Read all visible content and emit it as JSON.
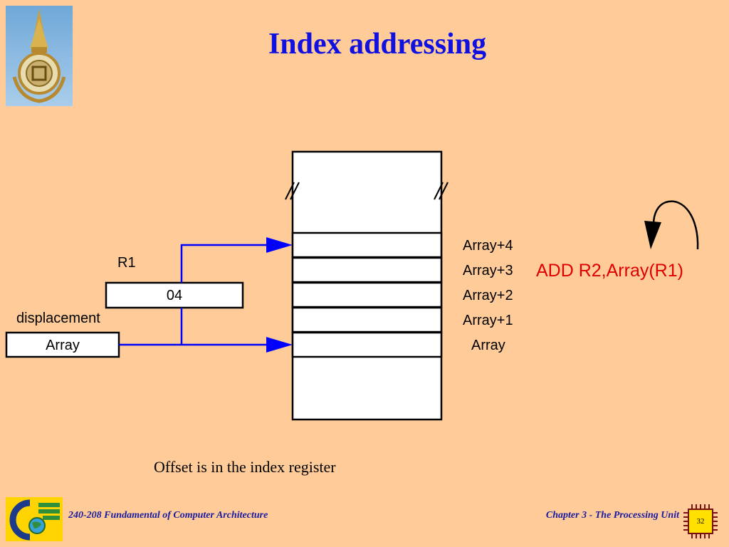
{
  "title": "Index addressing",
  "diagram": {
    "r1_label": "R1",
    "r1_value": "04",
    "displacement_label": "displacement",
    "displacement_value": "Array",
    "memory_labels": [
      "Array+4",
      "Array+3",
      "Array+2",
      "Array+1",
      "Array"
    ],
    "instruction": "ADD R2,Array(R1)"
  },
  "caption": "Offset is in the index register",
  "footer": {
    "course": "240-208 Fundamental of Computer Architecture",
    "chapter": "Chapter 3 - The Processing Unit",
    "page": "32"
  },
  "colors": {
    "background": "#FFCC99",
    "title": "#1010E0",
    "arrows": "#0000FF",
    "instruction": "#E00000",
    "footer": "#1A1AA0"
  }
}
